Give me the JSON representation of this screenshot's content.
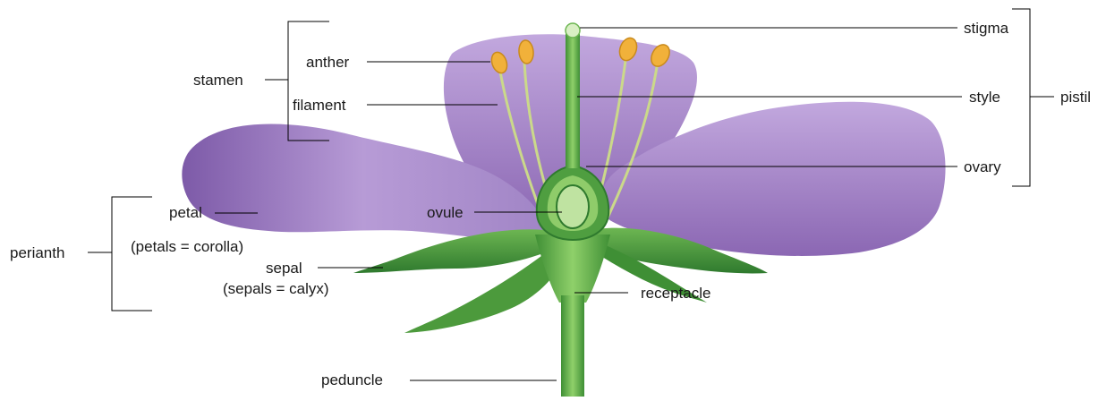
{
  "labels": {
    "stamen": "stamen",
    "anther": "anther",
    "filament": "filament",
    "stigma": "stigma",
    "style": "style",
    "pistil": "pistil",
    "ovary": "ovary",
    "petal": "petal",
    "petals_note": "(petals = corolla)",
    "perianth": "perianth",
    "ovule": "ovule",
    "sepal": "sepal",
    "sepals_note": "(sepals = calyx)",
    "receptacle": "receptacle",
    "peduncle": "peduncle"
  },
  "colors": {
    "petal": "#a98cc8",
    "petal_dark": "#8a6aae",
    "green": "#5aa548",
    "green_light": "#8fcc6a",
    "green_dark": "#2f7a2e",
    "anther": "#f1b13a",
    "line": "#000000"
  }
}
